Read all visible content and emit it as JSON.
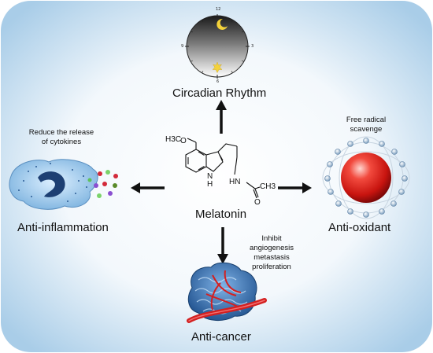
{
  "clock": {
    "ticks": [
      "12",
      "3",
      "6",
      "9"
    ],
    "night_icon": "crescent-moon-icon",
    "day_icon": "sun-icon"
  },
  "labels": {
    "circadian": "Circadian Rhythm",
    "melatonin": "Melatonin",
    "anti_inflammation": "Anti-inflammation",
    "anti_oxidant": "Anti-oxidant",
    "anti_cancer": "Anti-cancer",
    "cytokines_line1": "Reduce the release",
    "cytokines_line2": "of cytokines",
    "radical_line1": "Free radical",
    "radical_line2": "scavenge",
    "cancer_line1": "Inhibit",
    "cancer_line2": "angiogenesis",
    "cancer_line3": "metastasis",
    "cancer_line4": "proliferation"
  },
  "molecule": {
    "methoxy": "H3C",
    "methoxy_o": "O",
    "nh_ring": "N",
    "nh_h": "H",
    "amide_nh": "HN",
    "amide_ch3": "CH3",
    "carbonyl_o": "O"
  },
  "colors": {
    "background_blue": "#bcd9ee",
    "arrow": "#111111",
    "sphere_red": "#e0201c",
    "cell_blue": "#8fc0e6",
    "tumor_blue": "#3f7fc0",
    "vessel_red": "#d42020"
  }
}
